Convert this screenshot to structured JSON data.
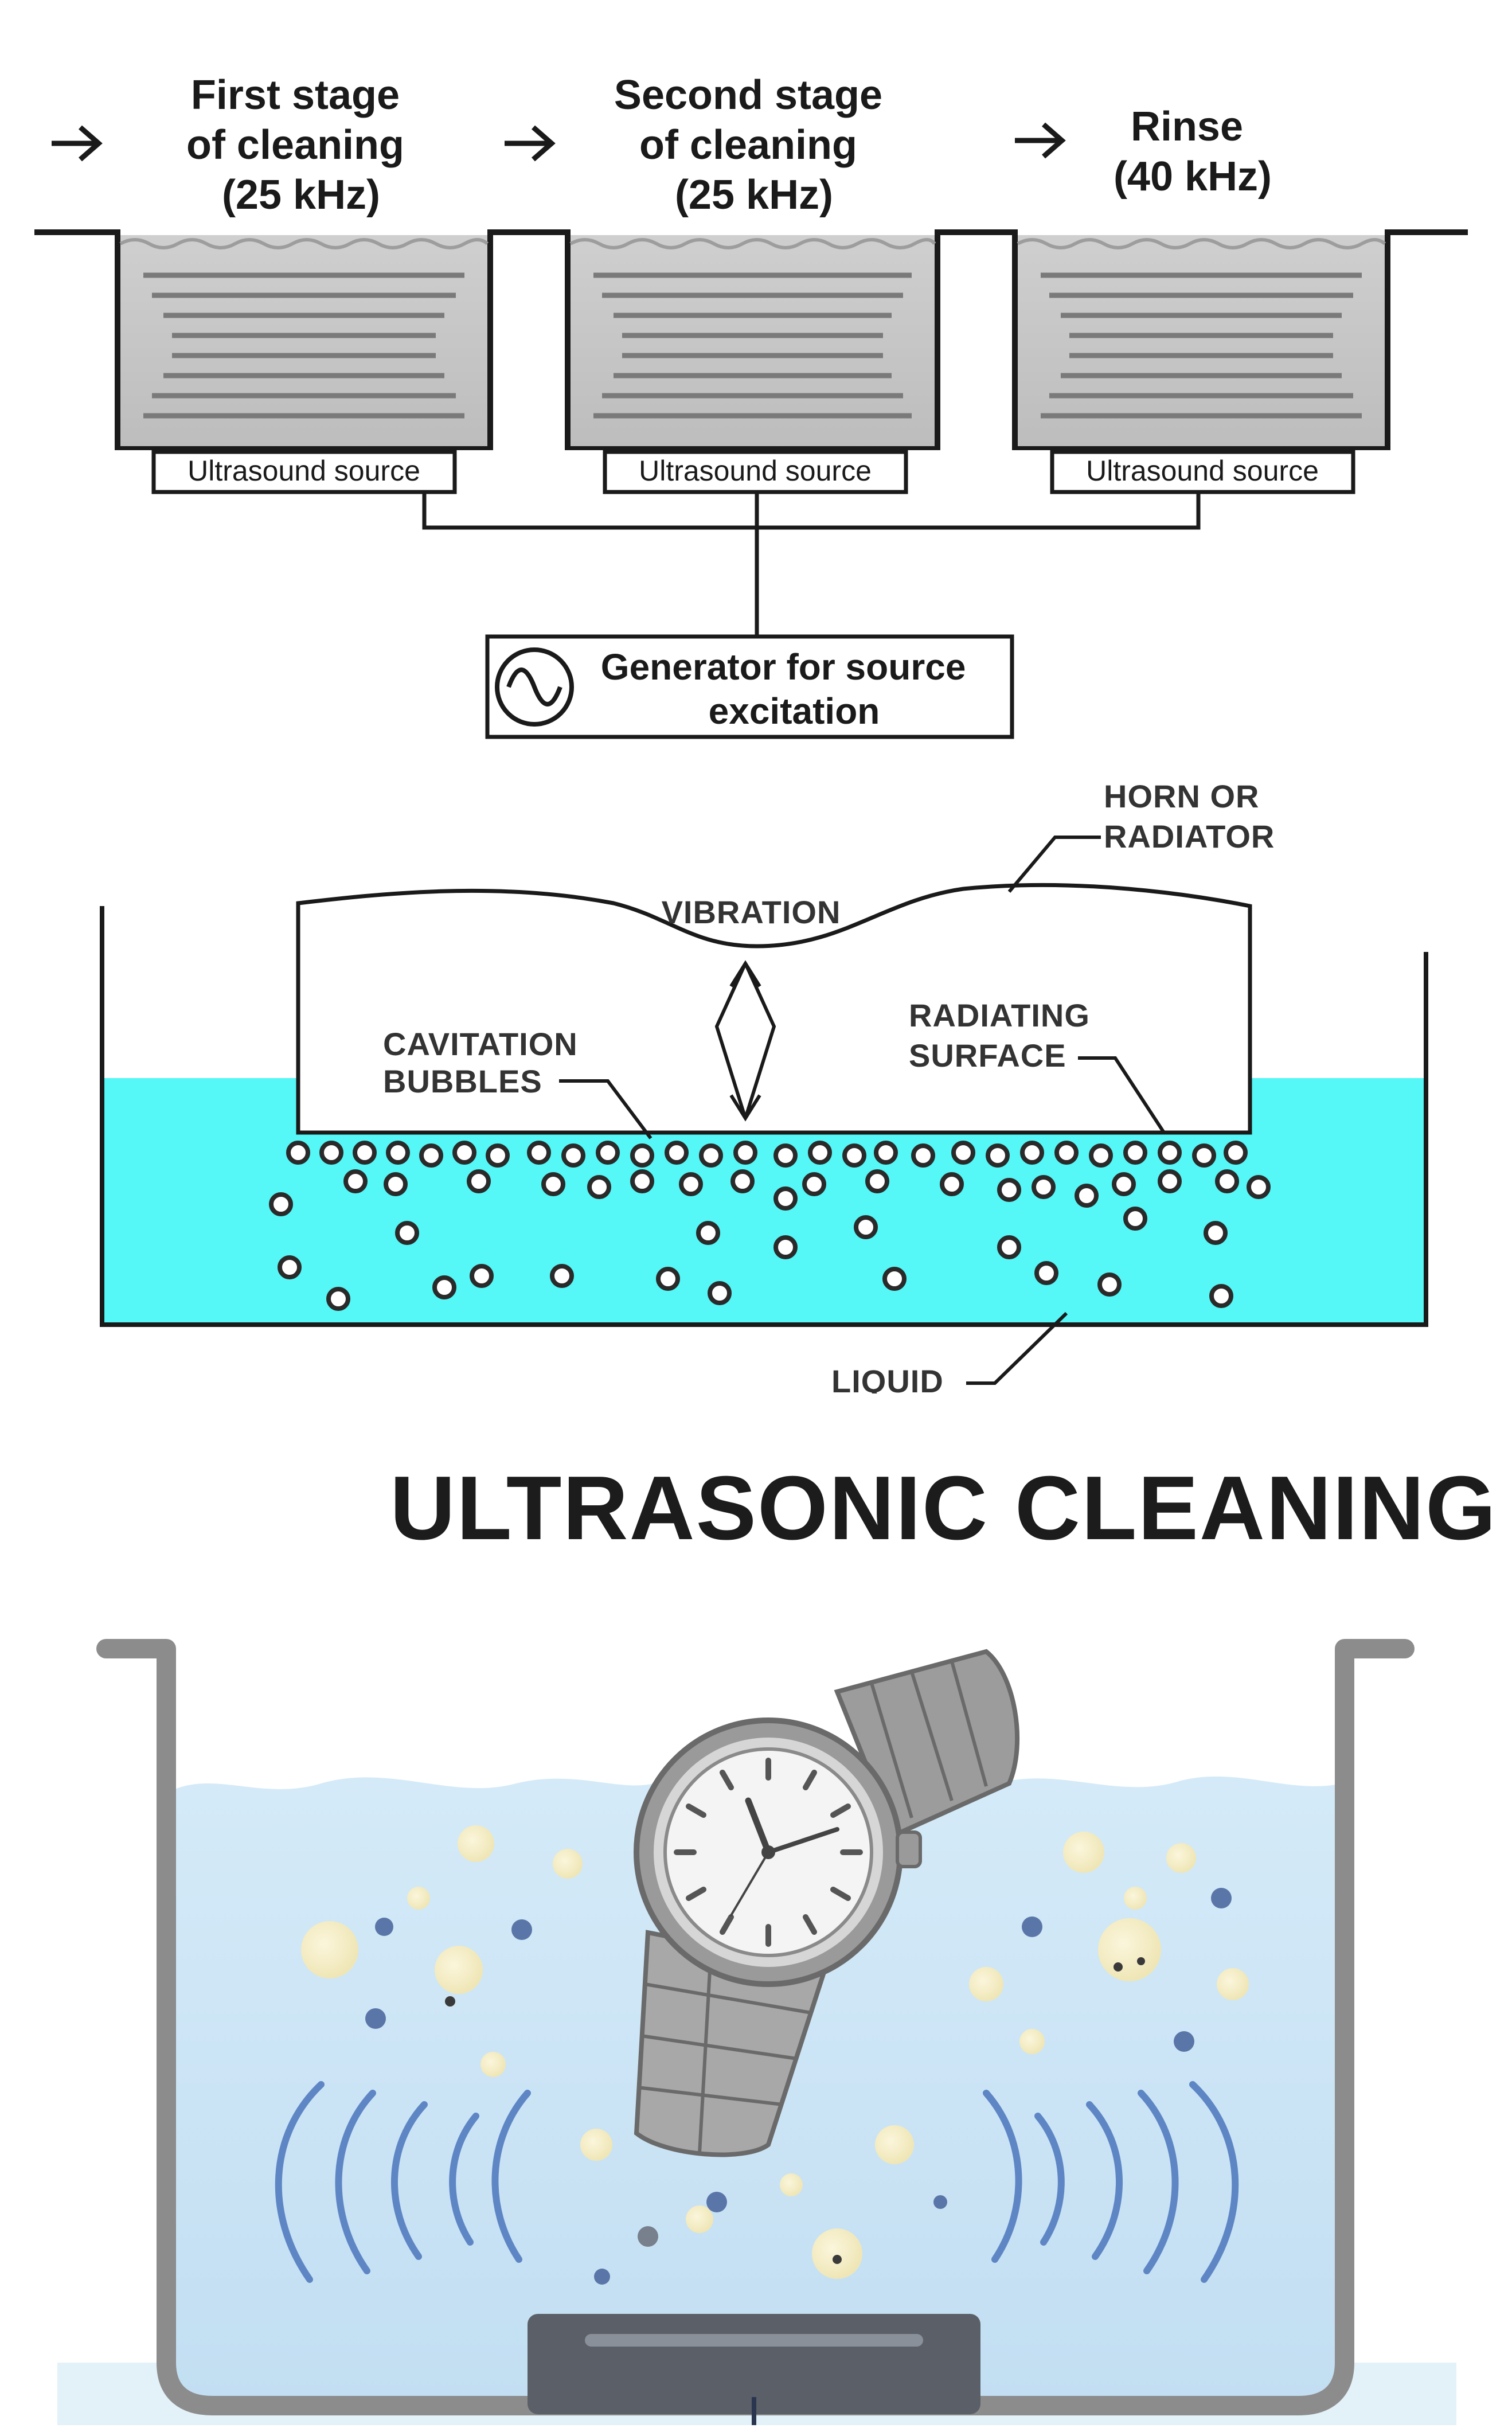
{
  "stages": [
    {
      "title_lines": [
        "First stage",
        "of cleaning",
        "(25 kHz)"
      ],
      "source_label": "Ultrasound source"
    },
    {
      "title_lines": [
        "Second stage",
        "of cleaning",
        "(25 kHz)"
      ],
      "source_label": "Ultrasound source"
    },
    {
      "title_lines": [
        "Rinse",
        "(40 kHz)"
      ],
      "source_label": "Ultrasound source"
    }
  ],
  "generator": {
    "lines": [
      "Generator for source",
      "excitation"
    ]
  },
  "horn_diagram": {
    "horn_label_lines": [
      "HORN OR",
      "RADIATOR"
    ],
    "vibration_label": "VIBRATION",
    "cavitation_label_lines": [
      "CAVITATION",
      "BUBBLES"
    ],
    "radiating_label_lines": [
      "RADIATING",
      "SURFACE"
    ],
    "liquid_label": "LIQUID"
  },
  "title": "ULTRASONIC CLEANING",
  "colors": {
    "tank_fill": "#c4c4c4",
    "liquid_cyan": "#55f7f7",
    "watch_water": "#cfe6f6",
    "basin_gray": "#8c8c8c",
    "wave_blue": "#5e86c4",
    "bubble_yellow": "#f3ecc4",
    "bubble_blue": "#5a76a8"
  },
  "icons": {
    "generator": "sine-wave-icon",
    "arrow": "right-arrow-icon",
    "watch": "wristwatch-icon"
  }
}
